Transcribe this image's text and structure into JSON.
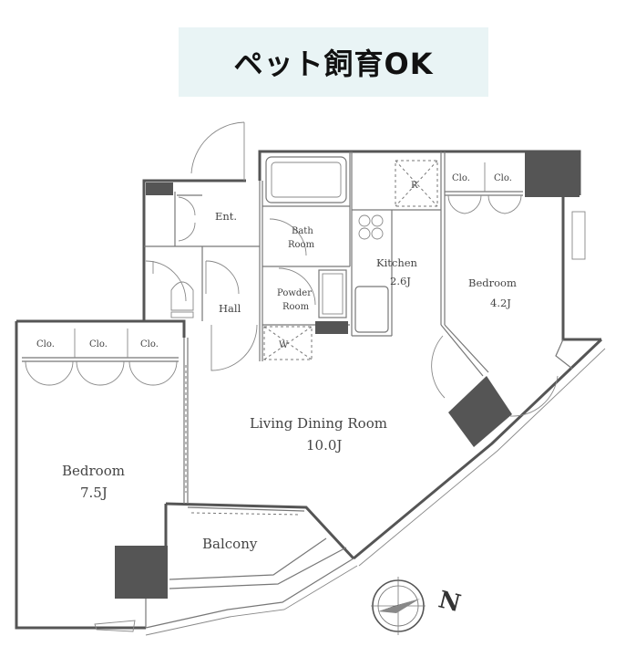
{
  "banner": {
    "text": "ペット飼育OK"
  },
  "rooms": {
    "entrance": "Ent.",
    "bath": [
      "Bath",
      "Room"
    ],
    "powder": [
      "Powder",
      "Room"
    ],
    "kitchen": [
      "Kitchen",
      "2.6J"
    ],
    "bedroom_right": [
      "Bedroom",
      "4.2J"
    ],
    "hall": "Hall",
    "living": [
      "Living Dining Room",
      "10.0J"
    ],
    "bedroom_left": [
      "Bedroom",
      "7.5J"
    ],
    "balcony": "Balcony"
  },
  "closets": {
    "right": [
      "Clo.",
      "Clo."
    ],
    "left": [
      "Clo.",
      "Clo.",
      "Clo."
    ]
  },
  "marks": {
    "refrigerator": "R",
    "washer": "W"
  },
  "compass": {
    "label": "N",
    "icon": "compass-icon"
  }
}
